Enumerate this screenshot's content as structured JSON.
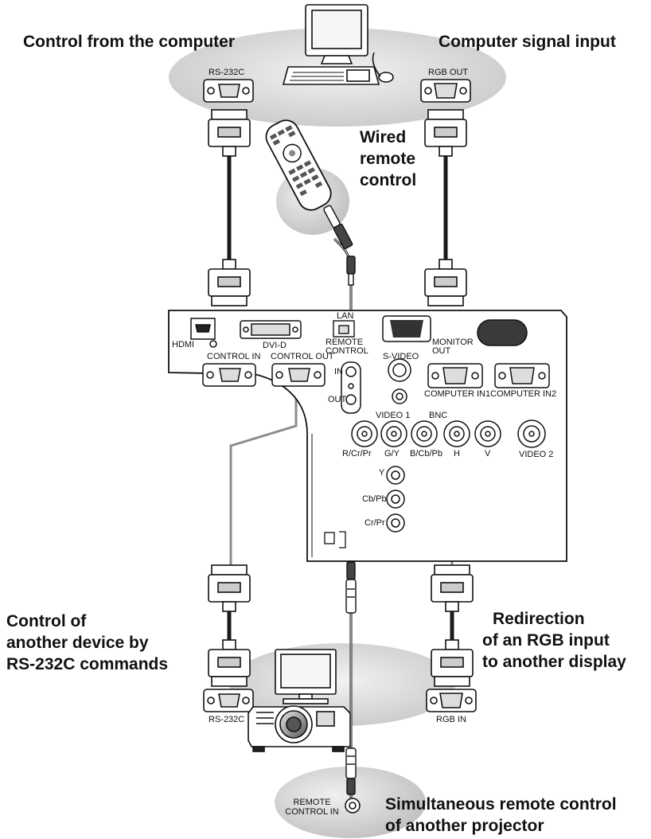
{
  "captions": {
    "control_from_computer": "Control from the computer",
    "computer_signal_input": "Computer signal input",
    "wired_remote": [
      "Wired",
      "remote",
      "control"
    ],
    "control_another_device": [
      "Control of",
      "another device by",
      "RS-232C commands"
    ],
    "redirection": [
      "Redirection",
      "of an RGB input",
      "to another display"
    ],
    "simultaneous": [
      "Simultaneous remote control",
      "of another projector"
    ]
  },
  "labels": {
    "rs232c_top": "RS-232C",
    "rgb_out_top": "RGB OUT",
    "lan": "LAN",
    "hdmi": "HDMI",
    "dvi_d": "DVI-D",
    "remote_control": [
      "REMOTE",
      "CONTROL"
    ],
    "monitor_out": [
      "MONITOR",
      "OUT"
    ],
    "control_in": "CONTROL IN",
    "control_out": "CONTROL OUT",
    "s_video": "S-VIDEO",
    "in": "IN",
    "out": "OUT",
    "computer_in1": "COMPUTER IN1",
    "computer_in2": "COMPUTER IN2",
    "video1": "VIDEO 1",
    "bnc": "BNC",
    "r_cr_pr": "R/Cr/Pr",
    "g_y": "G/Y",
    "b_cb_pb": "B/Cb/Pb",
    "h": "H",
    "v": "V",
    "video2": "VIDEO 2",
    "y": "Y",
    "cb_pb": "Cb/Pb",
    "cr_pr": "Cr/Pr",
    "rs232c_bottom": "RS-232C",
    "rgb_in_bottom": "RGB IN",
    "remote_control_in": [
      "REMOTE",
      "CONTROL IN"
    ]
  },
  "colors": {
    "cable_dark": "#1a1a1a",
    "cable_light": "#8c8c8c",
    "bubble": "#d8d8d8",
    "panel_line": "#111111"
  }
}
